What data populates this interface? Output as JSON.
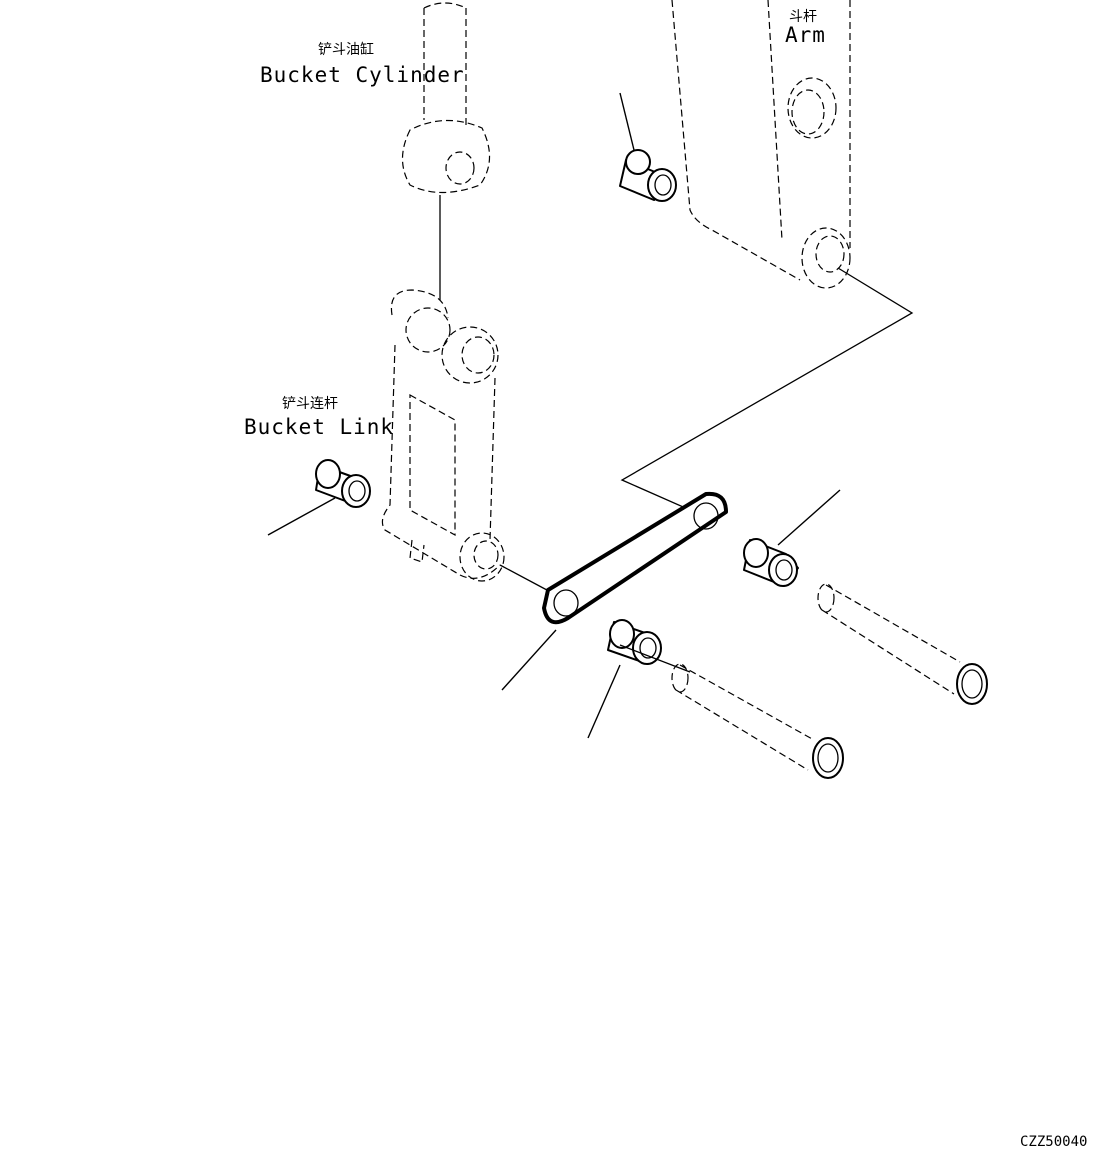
{
  "labels": {
    "bucket_cylinder": {
      "zh": "铲斗油缸",
      "en": "Bucket Cylinder"
    },
    "arm": {
      "zh": "斗杆",
      "en": "Arm"
    },
    "bucket_link": {
      "zh": "铲斗连杆",
      "en": "Bucket Link"
    }
  },
  "drawing_code": "CZZ50040"
}
